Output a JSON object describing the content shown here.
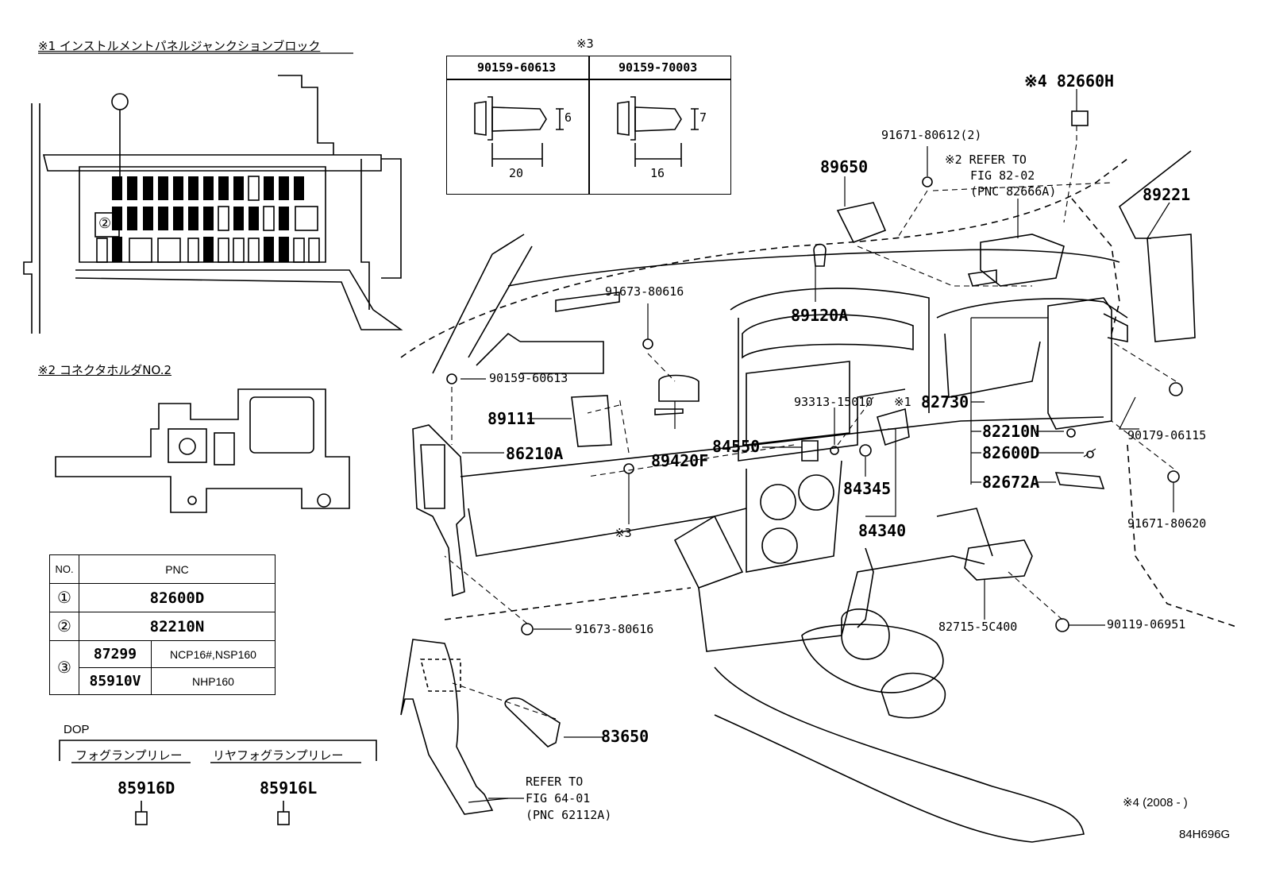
{
  "insets": {
    "jb_title": "※1 インストルメントパネルジャンクションブロック",
    "holder_title": "※2 コネクタホルダNO.2",
    "mark1": "①",
    "mark2": "②",
    "mark3": "③"
  },
  "bolt_table": {
    "note": "※3",
    "col1": "90159-60613",
    "col2": "90159-70003",
    "dim1_dia": "6",
    "dim1_len": "20",
    "dim2_dia": "7",
    "dim2_len": "16"
  },
  "pnc_table": {
    "h_no": "NO.",
    "h_pnc": "PNC",
    "rows": [
      {
        "no": "①",
        "pnc": "82600D"
      },
      {
        "no": "②",
        "pnc": "82210N"
      },
      {
        "no": "③",
        "pnc_a": "87299",
        "model_a": "NCP16#,NSP160",
        "pnc_b": "85910V",
        "model_b": "NHP160"
      }
    ]
  },
  "dop": {
    "title": "DOP",
    "fog": "フォグランプリレー",
    "rear_fog": "リヤフォグランプリレー",
    "fog_pnc": "85916D",
    "rear_fog_pnc": "85916L"
  },
  "labels": {
    "p82660H": "※4 82660H",
    "p91671_80612": "91671-80612(2)",
    "ref_82": "※2 REFER TO",
    "ref_82_fig": "FIG 82-02",
    "ref_82_pnc": "(PNC 82666A)",
    "p89650": "89650",
    "p89221": "89221",
    "p91673_80616_top": "91673-80616",
    "p89120A": "89120A",
    "p90159_60613": "90159-60613",
    "p89111": "89111",
    "p86210A": "86210A",
    "p89420F": "89420F",
    "p93313": "93313-15010",
    "p82730_note": "※1",
    "p82730": "82730",
    "p84550": "84550",
    "p82210N": "82210N",
    "p82600D": "82600D",
    "p82672A": "82672A",
    "p90179": "90179-06115",
    "p84345": "84345",
    "p91671_80620": "91671-80620",
    "p84340": "84340",
    "p3note": "※3",
    "p91673_80616_bot": "91673-80616",
    "p82715": "82715-5C400",
    "p90119": "90119-06951",
    "p83650": "83650",
    "ref_64": "REFER TO",
    "ref_64_fig": "FIG 64-01",
    "ref_64_pnc": "(PNC 62112A)",
    "note4": "※4 (2008 -    )",
    "fig_code": "84H696G"
  }
}
